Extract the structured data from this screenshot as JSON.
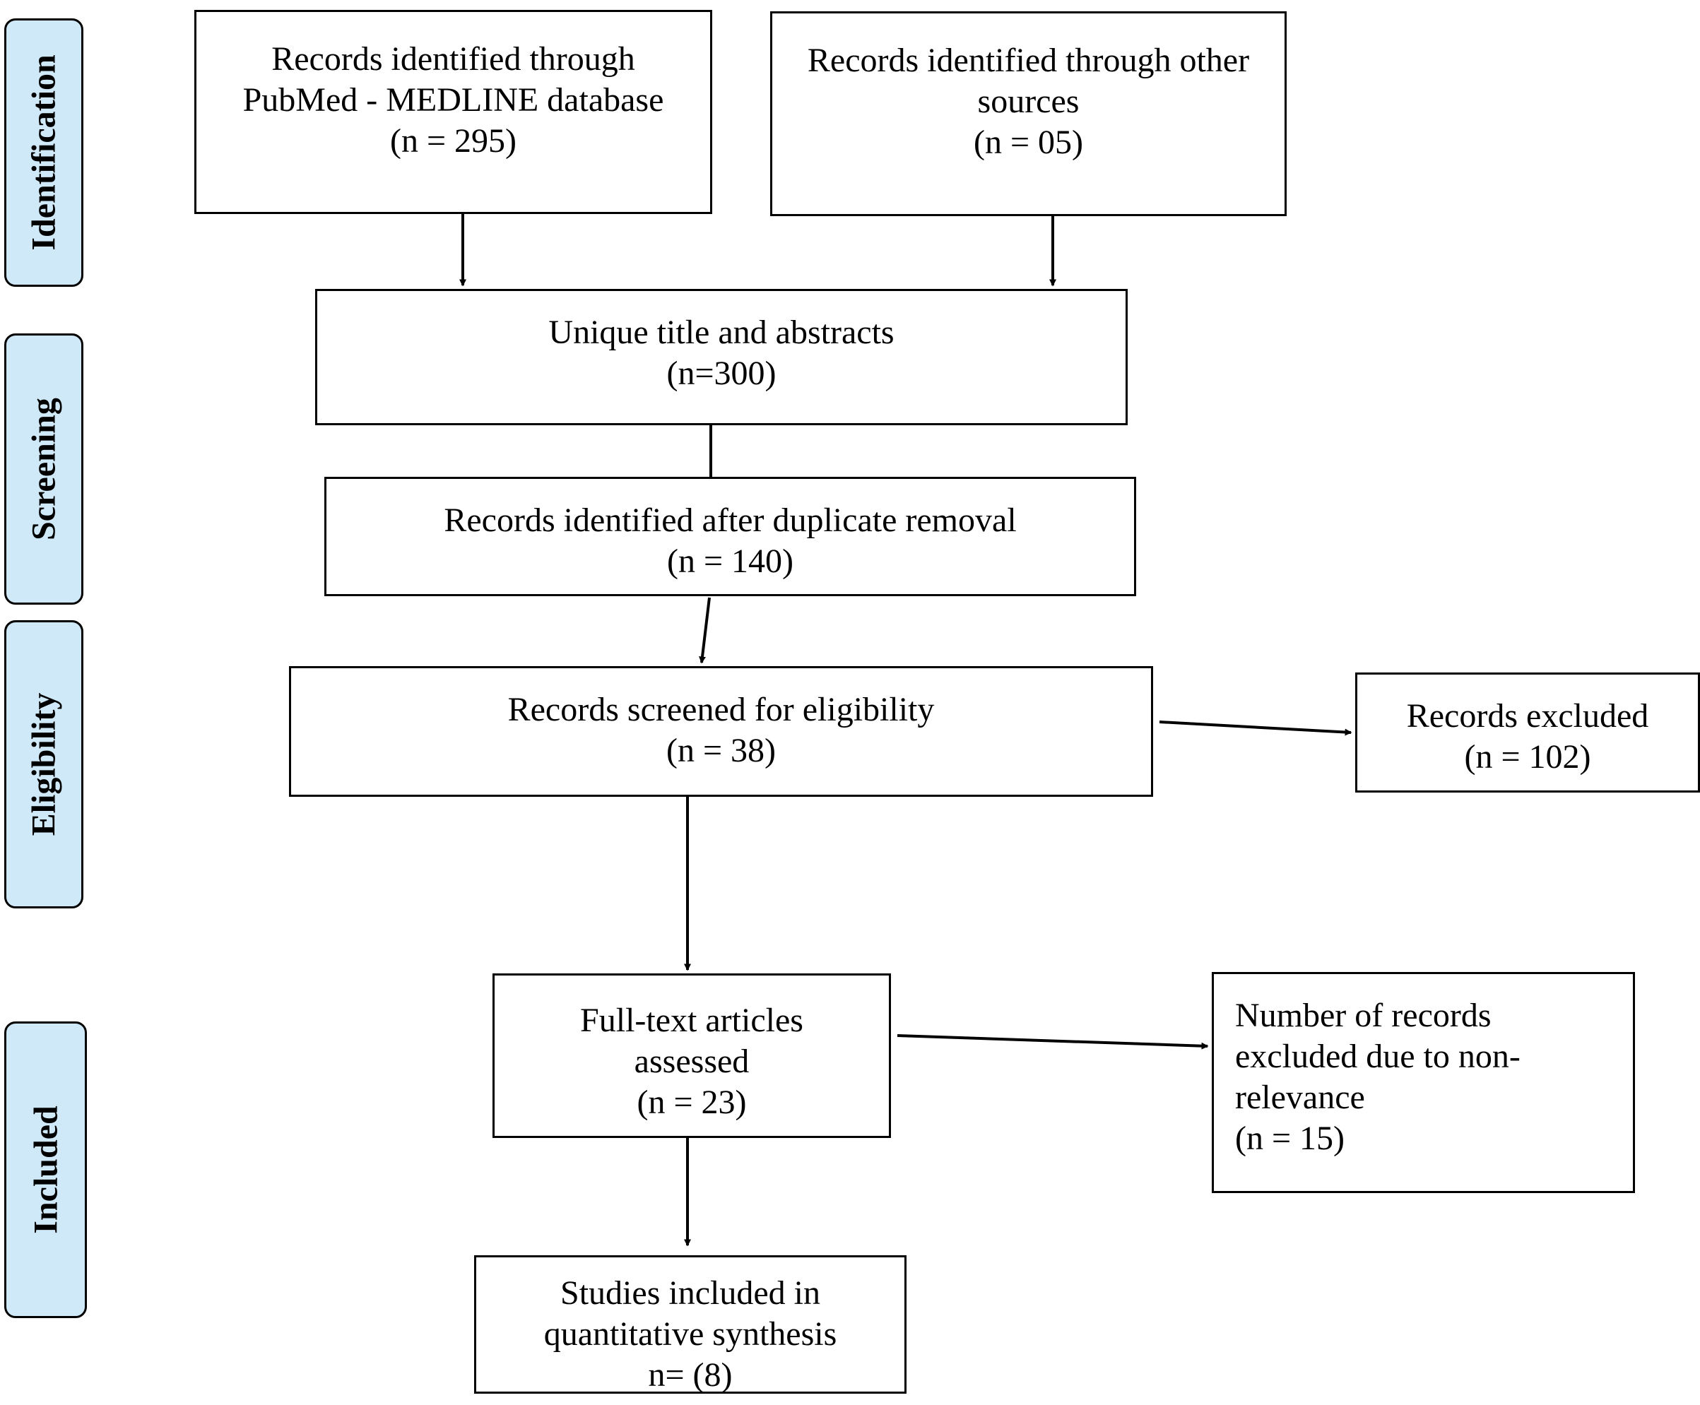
{
  "stages": {
    "identification": "Identification",
    "screening": "Screening",
    "eligibility": "Eligibility",
    "included": "Included"
  },
  "boxes": {
    "pubmed": {
      "line1": "Records identified through",
      "line2": "PubMed - MEDLINE database",
      "line3": "(n = 295)"
    },
    "other_sources": {
      "line1": "Records identified through other",
      "line2": "sources",
      "line3": "(n = 05)"
    },
    "unique_titles": {
      "line1": "Unique title and abstracts",
      "line2": "(n=300)"
    },
    "after_duplicates": {
      "line1": "Records identified after duplicate removal",
      "line2": "(n = 140)"
    },
    "screened_eligibility": {
      "line1": "Records screened for eligibility",
      "line2": "(n = 38)"
    },
    "records_excluded": {
      "line1": "Records excluded",
      "line2": "(n = 102)"
    },
    "full_text": {
      "line1": "Full-text articles",
      "line2": "assessed",
      "line3": "(n = 23)"
    },
    "non_relevance": {
      "line1": "Number of records",
      "line2": "excluded due to non-",
      "line3": "relevance",
      "line4": "(n = 15)"
    },
    "included_studies": {
      "line1": "Studies included in",
      "line2": "quantitative synthesis",
      "line3": "n= (8)"
    }
  },
  "colors": {
    "stage_tab_fill": "#cfe9f8",
    "stroke": "#000000"
  }
}
